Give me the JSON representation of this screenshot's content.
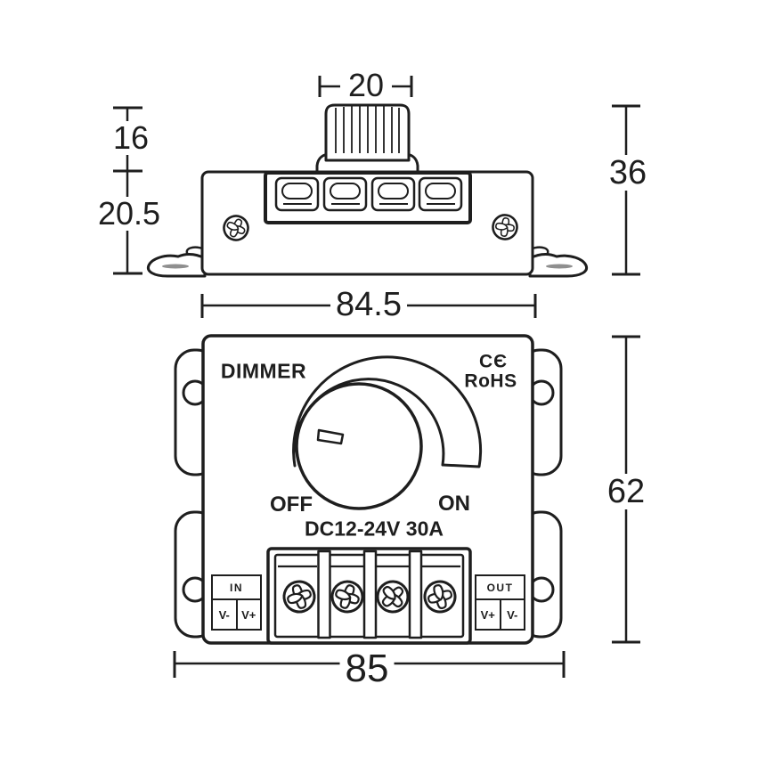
{
  "meta": {
    "background_color": "#ffffff",
    "line_color": "#1e1e1e",
    "drawing_type": "dimensional drawing of LED dimmer controller, side view and front view"
  },
  "side_view": {
    "dimensions": {
      "knob_width": "20",
      "knob_height": "16",
      "body_height": "20.5",
      "total_height": "36",
      "width": "84.5"
    }
  },
  "front_view": {
    "title": "DIMMER",
    "certification": {
      "ce": "CЄ",
      "rohs": "RoHS"
    },
    "knob": {
      "off_label": "OFF",
      "on_label": "ON"
    },
    "rating": "DC12-24V 30A",
    "input_terminal": {
      "label": "IN",
      "terminals": [
        "V-",
        "V+"
      ]
    },
    "output_terminal": {
      "label": "OUT",
      "terminals": [
        "V+",
        "V-"
      ]
    },
    "dimensions": {
      "height": "62",
      "width": "85"
    }
  }
}
